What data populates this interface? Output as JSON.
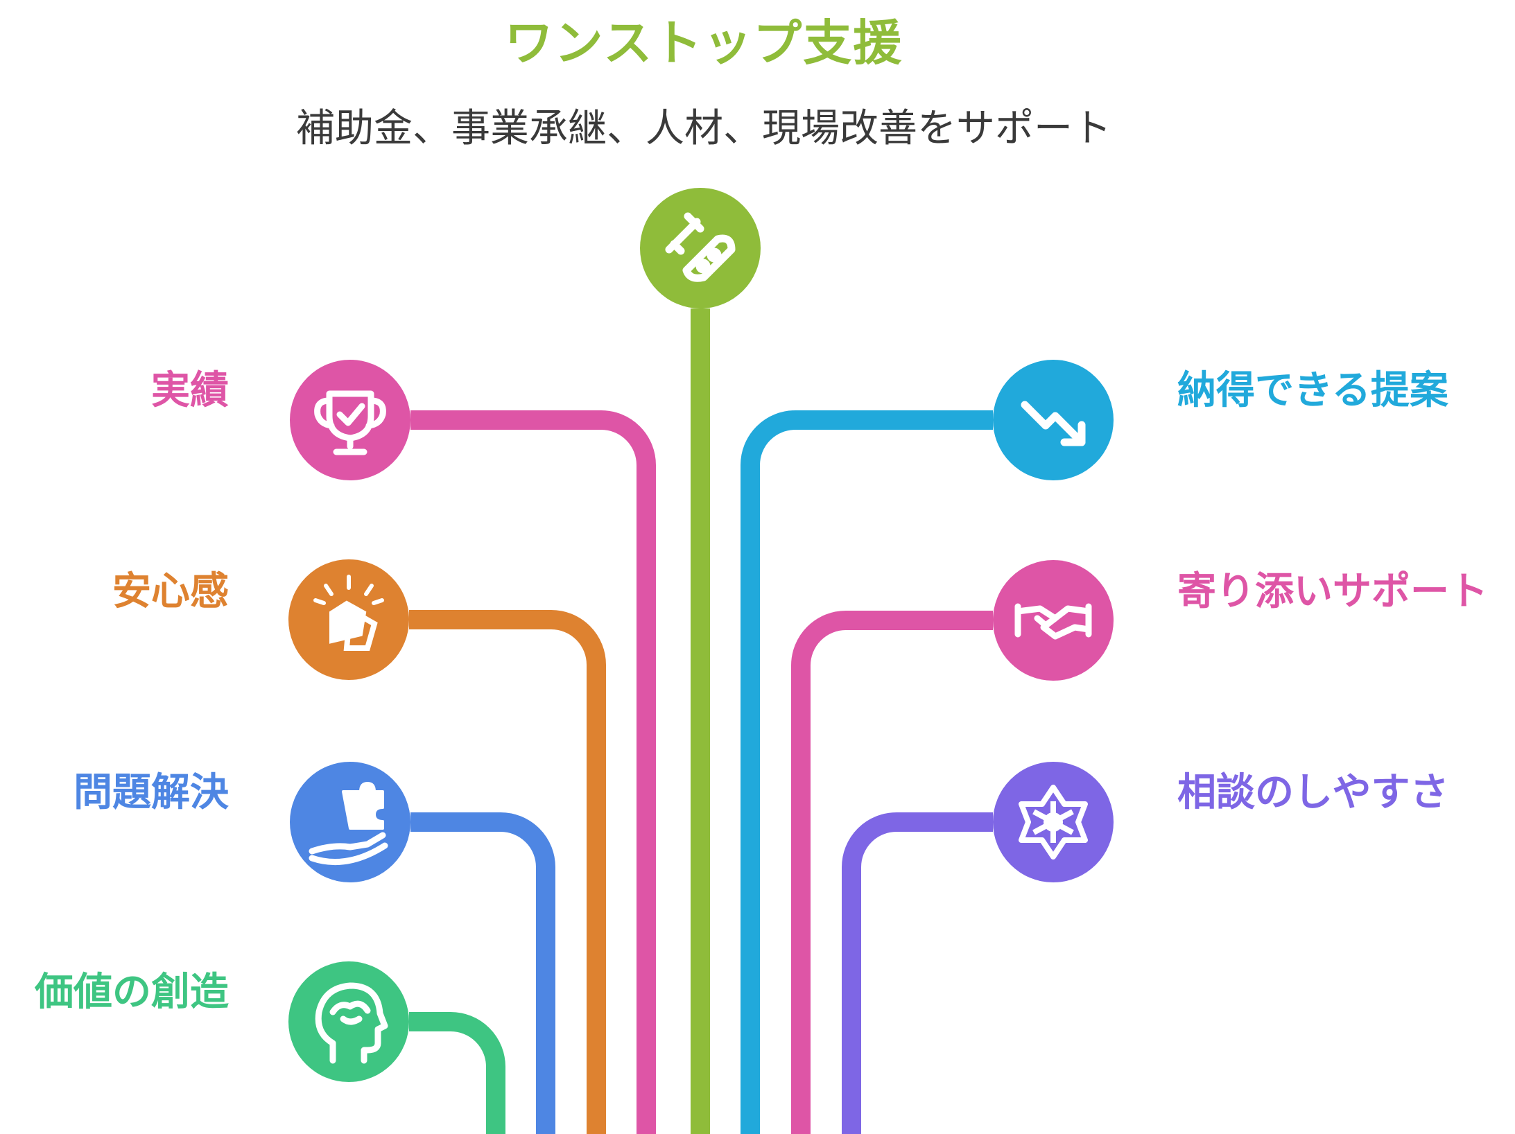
{
  "header": {
    "title": "ワンストップ支援",
    "subtitle": "補助金、事業承継、人材、現場改善をサポート"
  },
  "colors": {
    "title": "#8fbc3a",
    "subtitle": "#3a3a3a"
  },
  "hub": {
    "icon": "wrench-tools-icon",
    "color": "#8fbc3a"
  },
  "left_items": [
    {
      "label": "実績",
      "icon": "trophy-check-icon",
      "color": "#de55a6"
    },
    {
      "label": "安心感",
      "icon": "shield-glow-icon",
      "color": "#de8230"
    },
    {
      "label": "問題解決",
      "icon": "puzzle-hand-icon",
      "color": "#4e86e3"
    },
    {
      "label": "価値の創造",
      "icon": "head-brain-icon",
      "color": "#3ec582"
    }
  ],
  "right_items": [
    {
      "label": "納得できる提案",
      "icon": "trend-down-arrow-icon",
      "color": "#21a9db"
    },
    {
      "label": "寄り添いサポート",
      "icon": "handshake-icon",
      "color": "#de55a6"
    },
    {
      "label": "相談のしやすさ",
      "icon": "flower-network-icon",
      "color": "#7e66e5"
    }
  ]
}
